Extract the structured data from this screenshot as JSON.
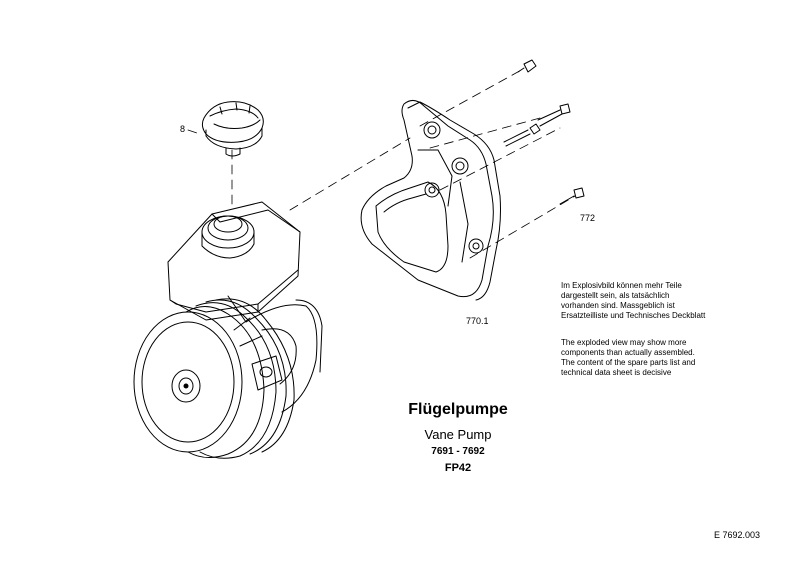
{
  "callouts": {
    "cap": "8",
    "bracket": "770.1",
    "bolt": "772"
  },
  "notes": {
    "de": "Im Explosivbild können mehr Teile\ndargestellt sein, als tatsächlich\nvorhanden sind. Massgeblich ist\nErsatzteilliste und Technisches Deckblatt",
    "en": "The exploded view may show more\ncomponents than actually assembled.\nThe content of the spare parts list and\ntechnical data sheet is decisive"
  },
  "title": {
    "de": "Flügelpumpe",
    "en": "Vane Pump",
    "range": "7691 - 7692",
    "code": "FP42"
  },
  "drawing_id": "E 7692.003"
}
